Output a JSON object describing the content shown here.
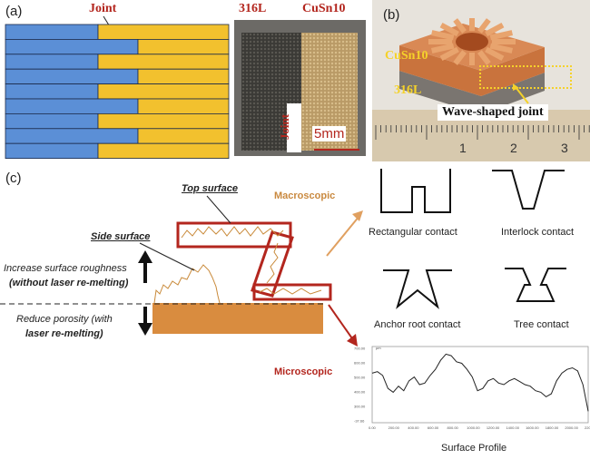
{
  "panel_a": {
    "label": "(a)",
    "joint_label": "Joint",
    "material_left": "316L",
    "material_right": "CuSn10",
    "photo_joint_label": "Joint",
    "scale_label": "5mm",
    "colors": {
      "left": "#5b8fd6",
      "right": "#f2c12e",
      "photo_left": "#3b3a36",
      "photo_right": "#b99a66",
      "label_red": "#b3261e"
    }
  },
  "panel_b": {
    "label": "(b)",
    "material_top": "CuSn10",
    "material_bottom": "316L",
    "callout": "Wave-shaped joint",
    "ruler_digits": [
      "1",
      "2",
      "3"
    ]
  },
  "panel_c": {
    "label": "(c)",
    "top_surface": "Top surface",
    "side_surface": "Side surface",
    "macroscopic": "Macroscopic",
    "microscopic": "Microscopic",
    "roughness_line1": "Increase surface roughness",
    "roughness_line2": "(without laser re-melting)",
    "porosity_line1": "Reduce porosity (with",
    "porosity_line2": "laser re-melting)",
    "colors": {
      "substrate": "#d98c3f",
      "frame": "#b3261e",
      "macro_arrow": "#e0a060",
      "micro_arrow": "#b3261e"
    }
  },
  "contacts": [
    {
      "label": "Rectangular contact",
      "icon": "rectangular-contact-icon"
    },
    {
      "label": "Interlock contact",
      "icon": "interlock-contact-icon"
    },
    {
      "label": "Anchor root contact",
      "icon": "anchor-root-contact-icon"
    },
    {
      "label": "Tree contact",
      "icon": "tree-contact-icon"
    }
  ],
  "profile": {
    "title": "Surface Profile",
    "y_ticks": [
      "700.00",
      "600.00",
      "500.00",
      "400.00",
      "300.00",
      "-37.66"
    ],
    "x_ticks": [
      "0.00",
      "200.00",
      "400.00",
      "600.00",
      "800.00",
      "1000.00",
      "1200.00",
      "1400.00",
      "1600.00",
      "1800.00",
      "2000.00",
      "2200.00"
    ],
    "y_unit": "µm"
  }
}
